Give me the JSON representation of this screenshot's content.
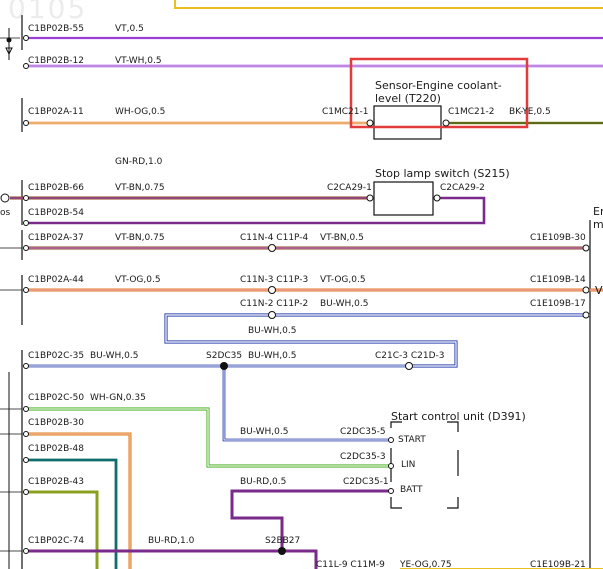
{
  "colors": {
    "highlight_box": "#e23b3b",
    "wire_violet": "#9b3fd6",
    "wire_orange": "#e07a18",
    "wire_brown": "#8b4a1d",
    "wire_purple": "#7a2a8a",
    "wire_blue": "#3048b0",
    "wire_green": "#5cb838",
    "wire_pink": "#f0a0a0",
    "wire_teal": "#0e6e6e",
    "wire_olive": "#8ca020",
    "wire_black": "#111111"
  },
  "left_connectors": [
    {
      "pin": "C1BP02B-55",
      "wire": "VT,0.5"
    },
    {
      "pin": "C1BP02B-12",
      "wire": "VT-WH,0.5"
    },
    {
      "pin": "C1BP02A-11",
      "wire": "WH-OG,0.5"
    },
    {
      "pin": "C1BP02B-66",
      "wire": "VT-BN,0.75"
    },
    {
      "pin": "C1BP02B-54",
      "wire": ""
    },
    {
      "pin": "C1BP02A-37",
      "wire": "VT-BN,0.75"
    },
    {
      "pin": "C1BP02A-44",
      "wire": "VT-OG,0.5"
    },
    {
      "pin": "C1BP02C-35",
      "wire": "BU-WH,0.5"
    },
    {
      "pin": "C1BP02C-50",
      "wire": "WH-GN,0.35"
    },
    {
      "pin": "C1BP02B-30",
      "wire": ""
    },
    {
      "pin": "C1BP02B-48",
      "wire": ""
    },
    {
      "pin": "C1BP02B-43",
      "wire": ""
    },
    {
      "pin": "C1BP02C-74",
      "wire": "BU-RD,1.0"
    }
  ],
  "components": {
    "coolant_sensor": {
      "name_line1": "Sensor-Engine coolant-",
      "name_line2": "level (T220)",
      "pin_in": "C1MC21-1",
      "pin_out": "C1MC21-2",
      "wire_out": "BK-YE,0.5"
    },
    "stop_lamp": {
      "name": "Stop lamp switch (S215)",
      "pin_in": "C2CA29-1",
      "pin_out": "C2CA29-2"
    },
    "start_unit": {
      "name": "Start control unit (D391)",
      "terminal_start": "START",
      "terminal_lin": "LIN",
      "terminal_batt": "BATT",
      "pin_start": "C2DC35-5",
      "pin_lin": "C2DC35-3",
      "pin_batt": "C2DC35-1"
    }
  },
  "inline_labels": {
    "gn_rd": "GN-RD,1.0",
    "c11n4": "C11N-4 C11P-4",
    "c11n4_wire": "VT-BN,0.5",
    "c1e109b30": "C1E109B-30",
    "c11n3": "C11N-3 C11P-3",
    "c11n3_wire": "VT-OG,0.5",
    "c1e109b14": "C1E109B-14",
    "c11n2": "C11N-2 C11P-2",
    "c11n2_wire": "BU-WH,0.5",
    "c1e109b17": "C1E109B-17",
    "loop_bu_wh": "BU-WH,0.5",
    "s2dc35": "S2DC35",
    "s2dc35_wire": "BU-WH,0.5",
    "c21c3": "C21C-3 C21D-3",
    "start_wire": "BU-WH,0.5",
    "batt_wire": "BU-RD,0.5",
    "s2bb27": "S2BB27",
    "c11l9": "C11L-9 C11M-9",
    "c11l9_wire": "YE-OG,0.75",
    "c1e109b21": "C1E109B-21",
    "edge_em": "En",
    "edge_m": "m",
    "edge_v": "V",
    "edge_os": "os"
  },
  "watermark": "0105"
}
